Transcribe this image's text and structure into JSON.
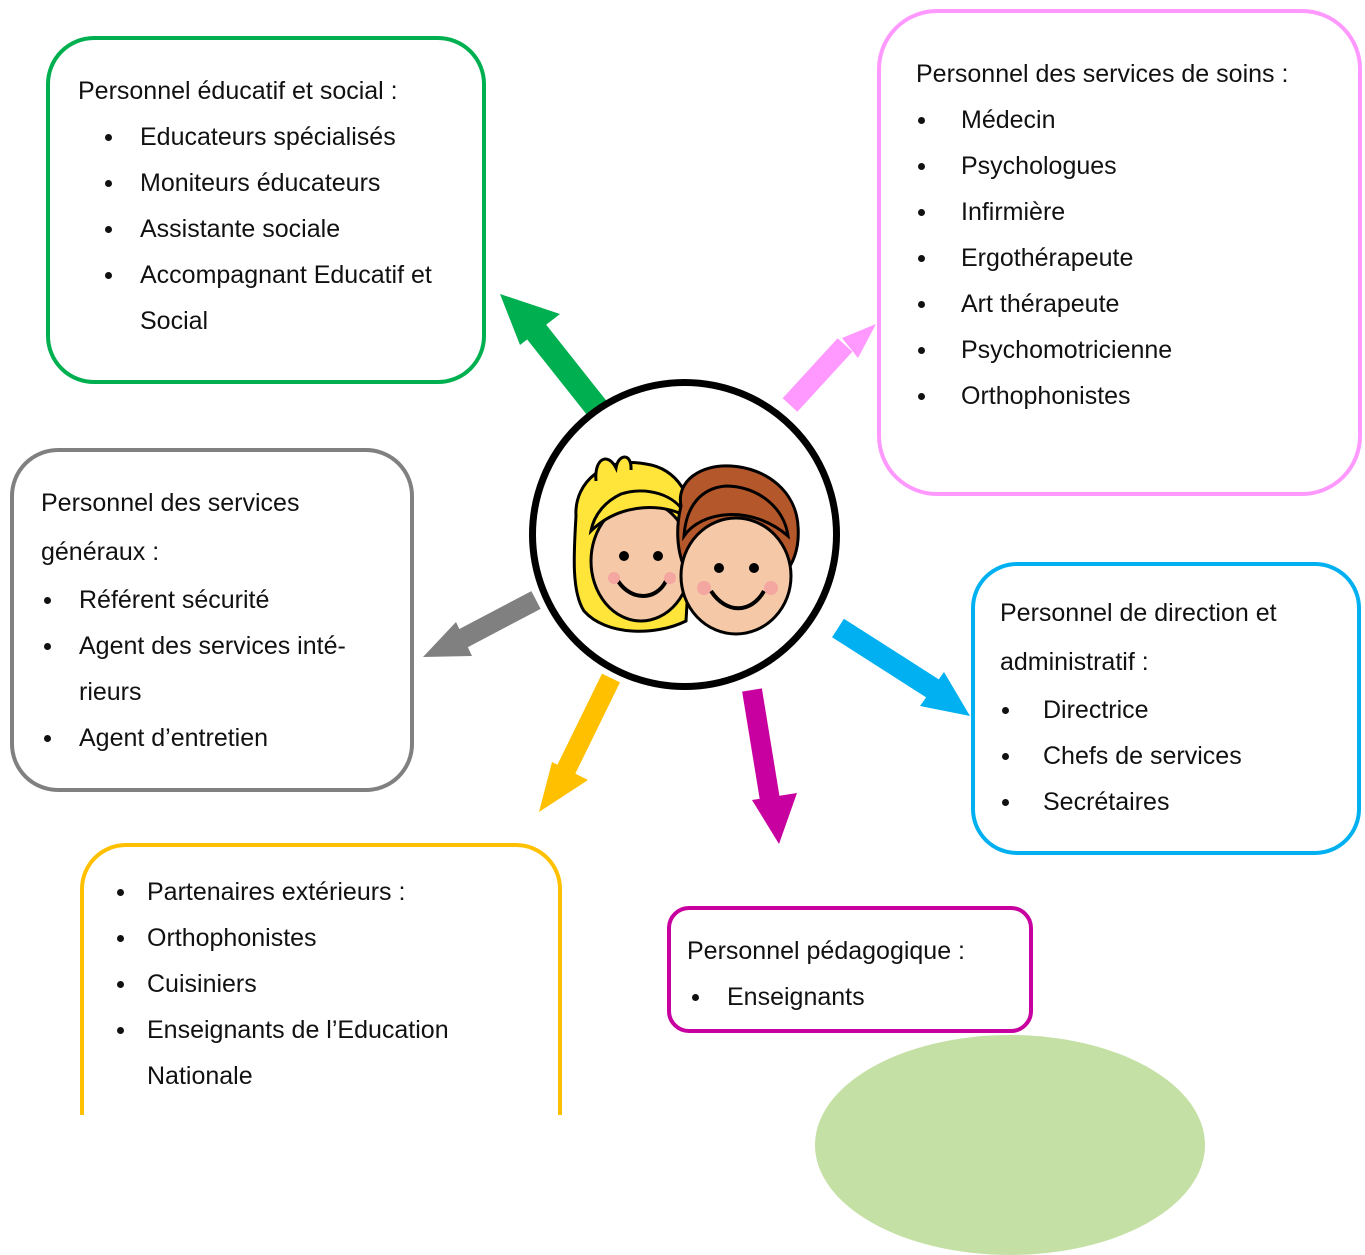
{
  "colors": {
    "green": "#00b050",
    "pink": "#ff99ff",
    "grey": "#808080",
    "blue": "#00b0f0",
    "yellow": "#ffc000",
    "magenta": "#c800a0",
    "decor_green": "#c5e0a5"
  },
  "center": {
    "icon": "two-children-faces-icon"
  },
  "boxes": {
    "educatif": {
      "title": "Personnel éducatif et social :",
      "items": [
        "Educateurs spécialisés",
        "Moniteurs éducateurs",
        "Assistante sociale",
        "Accompagnant Educatif et",
        "Social"
      ]
    },
    "soins": {
      "title": "Personnel des services de soins :",
      "items": [
        "Médecin",
        "Psychologues",
        "Infirmière",
        "Ergothérapeute",
        "Art thérapeute",
        "Psychomotricienne",
        "Orthophonistes"
      ]
    },
    "generaux": {
      "title_line1": "Personnel des services",
      "title_line2": "généraux :",
      "items": [
        "Référent sécurité",
        "Agent des services inté-",
        "rieurs",
        "Agent d’entretien"
      ]
    },
    "direction": {
      "title_line1": "Personnel de direction et",
      "title_line2": "administratif :",
      "items": [
        "Directrice",
        "Chefs de services",
        "Secrétaires"
      ]
    },
    "exterieurs": {
      "items": [
        "Partenaires extérieurs :",
        "Orthophonistes",
        "Cuisiniers",
        "Enseignants de l’Education",
        "Nationale"
      ]
    },
    "pedagogique": {
      "title": "Personnel pédagogique :",
      "items": [
        "Enseignants"
      ]
    }
  }
}
